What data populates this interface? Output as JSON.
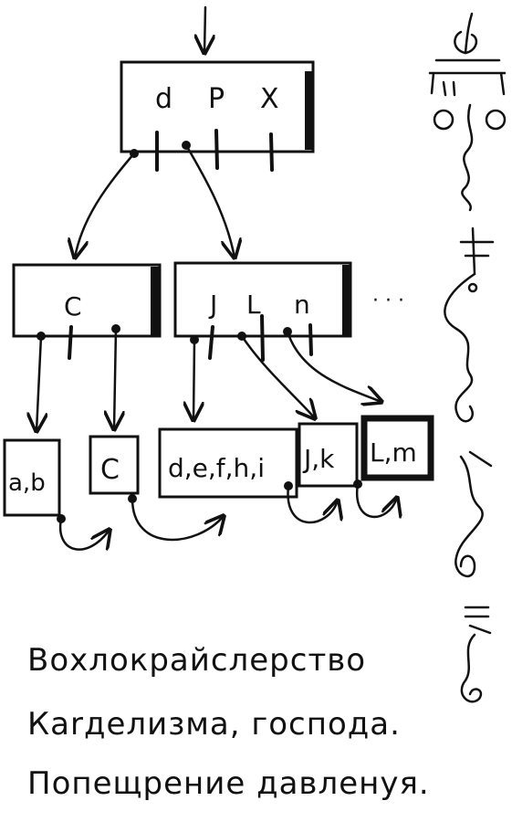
{
  "tree": {
    "root": {
      "keys": [
        "d",
        "P",
        "X"
      ]
    },
    "level1": [
      {
        "keys": [
          "C"
        ]
      },
      {
        "keys": [
          "J",
          "L",
          "n"
        ]
      }
    ],
    "ellipsis": "· · ·",
    "leaves": [
      {
        "label": "a,b"
      },
      {
        "label": "C"
      },
      {
        "label": "d,e,f,h,i"
      },
      {
        "label": "J,k"
      },
      {
        "label": "L,m"
      }
    ]
  },
  "notes": {
    "line1": "Вохлокрайслерство",
    "line2": "Каrделизма, господа.",
    "line3": "Попещрение давленуя."
  }
}
